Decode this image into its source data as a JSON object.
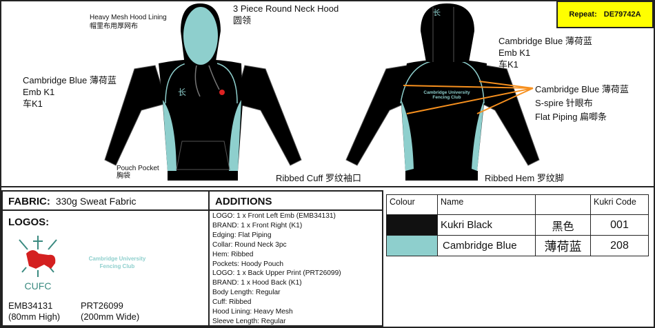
{
  "repeat": {
    "label": "Repeat:",
    "code": "DE79742A"
  },
  "front": {
    "hood_lining": {
      "en": "Heavy Mesh Hood Lining",
      "cn": "帽里布用厚网布"
    },
    "hood": {
      "en": "3 Piece Round Neck Hood",
      "cn": "圆领"
    },
    "emb": {
      "line1": "Cambridge Blue 薄荷蓝",
      "line2": "Emb K1",
      "line3": "车K1"
    },
    "pocket": {
      "en": "Pouch Pocket",
      "cn": "胸袋"
    },
    "cuff": "Ribbed Cuff 罗纹袖口"
  },
  "back": {
    "emb": {
      "line1": "Cambridge Blue 薄荷蓝",
      "line2": "Emb K1",
      "line3": "车K1"
    },
    "piping": {
      "line1": "Cambridge Blue 薄荷蓝",
      "line2": "S-spire 针眼布",
      "line3": "Flat Piping 扁唧条"
    },
    "print": {
      "line1": "Cambridge University",
      "line2": "Fencing Club"
    },
    "hem": "Ribbed Hem 罗纹脚"
  },
  "fabric": {
    "label": "FABRIC:",
    "value": "330g Sweat Fabric"
  },
  "logos": {
    "label": "LOGOS:",
    "crest_text": "CUFC",
    "items": [
      {
        "code": "EMB34131",
        "size": "(80mm High)"
      },
      {
        "code": "PRT26099",
        "size": "(200mm Wide)",
        "line1": "Cambridge University",
        "line2": "Fencing Club"
      }
    ]
  },
  "additions": {
    "title": "ADDITIONS",
    "items": [
      "LOGO: 1 x Front Left Emb (EMB34131)",
      "BRAND: 1 x Front Right (K1)",
      "Edging: Flat Piping",
      "Collar: Round Neck 3pc",
      "Hem: Ribbed",
      "Pockets: Hoody Pouch",
      "LOGO: 1 x Back Upper Print (PRT26099)",
      "BRAND: 1 x Hood Back (K1)",
      "Body Length: Regular",
      "Cuff: Ribbed",
      "Hood Lining: Heavy Mesh",
      "Sleeve Length: Regular"
    ]
  },
  "colours": {
    "headers": [
      "Colour",
      "Name",
      "",
      "Kukri Code"
    ],
    "rows": [
      {
        "swatch": "#111111",
        "name": "Kukri Black",
        "cn": "黑色",
        "code": "001"
      },
      {
        "swatch": "#8ecfcd",
        "name": "Cambridge Blue",
        "cn": "薄荷蓝",
        "code": "208"
      }
    ]
  }
}
